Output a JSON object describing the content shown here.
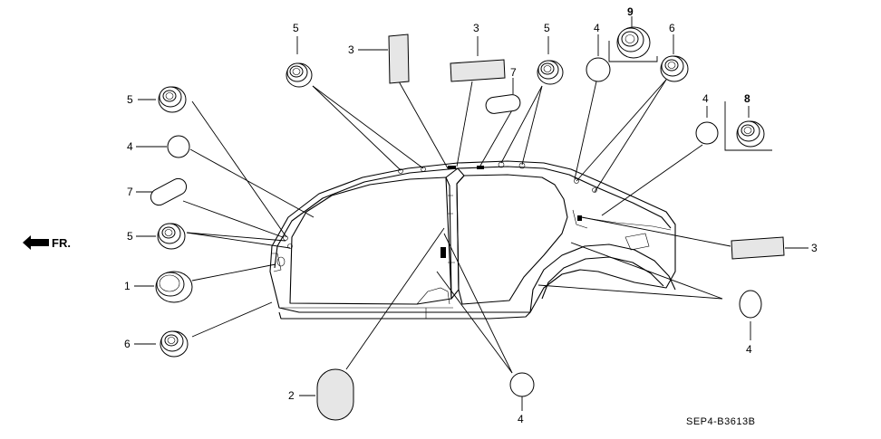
{
  "diagram": {
    "direction_label": "FR.",
    "reference_code": "SEP4-B3613B",
    "callouts": [
      {
        "id": "c1",
        "label": "5"
      },
      {
        "id": "c2",
        "label": "3"
      },
      {
        "id": "c3",
        "label": "3"
      },
      {
        "id": "c4",
        "label": "5"
      },
      {
        "id": "c5",
        "label": "4"
      },
      {
        "id": "c6",
        "label": "9"
      },
      {
        "id": "c7",
        "label": "6"
      },
      {
        "id": "c8",
        "label": "7"
      },
      {
        "id": "c9",
        "label": "4"
      },
      {
        "id": "c10",
        "label": "8"
      },
      {
        "id": "c11",
        "label": "5"
      },
      {
        "id": "c12",
        "label": "4"
      },
      {
        "id": "c13",
        "label": "7"
      },
      {
        "id": "c14",
        "label": "5"
      },
      {
        "id": "c15",
        "label": "1"
      },
      {
        "id": "c16",
        "label": "6"
      },
      {
        "id": "c17",
        "label": "3"
      },
      {
        "id": "c18",
        "label": "4"
      },
      {
        "id": "c19",
        "label": "2"
      },
      {
        "id": "c20",
        "label": "4"
      }
    ]
  }
}
